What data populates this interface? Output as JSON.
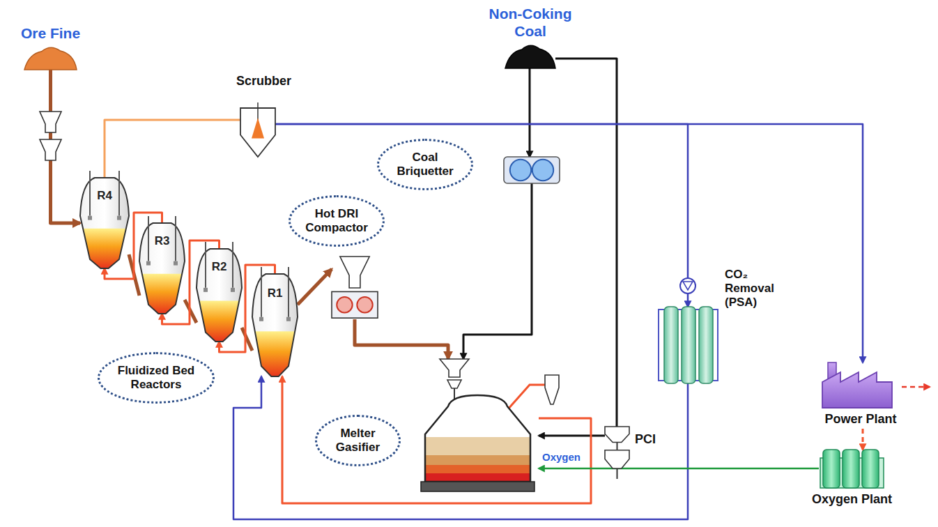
{
  "diagram": {
    "nodes": [
      {
        "text": [
          "Ore Fine"
        ]
      },
      {
        "text": [
          "Non-Coking Coal"
        ]
      },
      {
        "text": [
          "Scrubber"
        ]
      },
      {
        "text": [
          "R4"
        ]
      },
      {
        "text": [
          "R3"
        ]
      },
      {
        "text": [
          "R2"
        ]
      },
      {
        "text": [
          "R1"
        ]
      },
      {
        "text": [
          "Fluidized Bed Reactors"
        ]
      },
      {
        "text": [
          "Hot DRI Compactor"
        ]
      },
      {
        "text": [
          "Coal Briquetter"
        ]
      },
      {
        "text": [
          "Melter Gasifier"
        ]
      },
      {
        "text": [
          "PCI"
        ]
      },
      {
        "text": [
          "CO₂ Removal (PSA)"
        ]
      },
      {
        "text": [
          "Power Plant"
        ]
      },
      {
        "text": [
          "Oxygen Plant"
        ]
      }
    ],
    "edges": [
      {
        "from": 0,
        "to": 3,
        "arrow": "to"
      },
      {
        "from": 3,
        "to": 4,
        "arrow": "none"
      },
      {
        "from": 4,
        "to": 5,
        "arrow": "none"
      },
      {
        "from": 5,
        "to": 6,
        "arrow": "none"
      },
      {
        "from": 6,
        "to": 5,
        "arrow": "to"
      },
      {
        "from": 5,
        "to": 4,
        "arrow": "to"
      },
      {
        "from": 4,
        "to": 3,
        "arrow": "to"
      },
      {
        "from": 6,
        "to": 8,
        "arrow": "to"
      },
      {
        "from": 8,
        "to": 10,
        "arrow": "to"
      },
      {
        "from": 1,
        "to": 9,
        "arrow": "to"
      },
      {
        "from": 9,
        "to": 10,
        "arrow": "to"
      },
      {
        "from": 1,
        "to": 11,
        "arrow": "none"
      },
      {
        "from": 11,
        "to": 10,
        "arrow": "to"
      },
      {
        "from": 10,
        "to": 6,
        "arrow": "to"
      },
      {
        "from": 3,
        "to": 2,
        "arrow": "none"
      },
      {
        "from": 2,
        "to": 12,
        "arrow": "to"
      },
      {
        "from": 2,
        "to": 13,
        "arrow": "to"
      },
      {
        "from": 12,
        "to": 6,
        "arrow": "to"
      },
      {
        "from": 13,
        "to": 14,
        "arrow": "to"
      },
      {
        "from": 14,
        "to": 10,
        "arrow": "to"
      }
    ],
    "labels": [
      "Oxygen"
    ]
  }
}
